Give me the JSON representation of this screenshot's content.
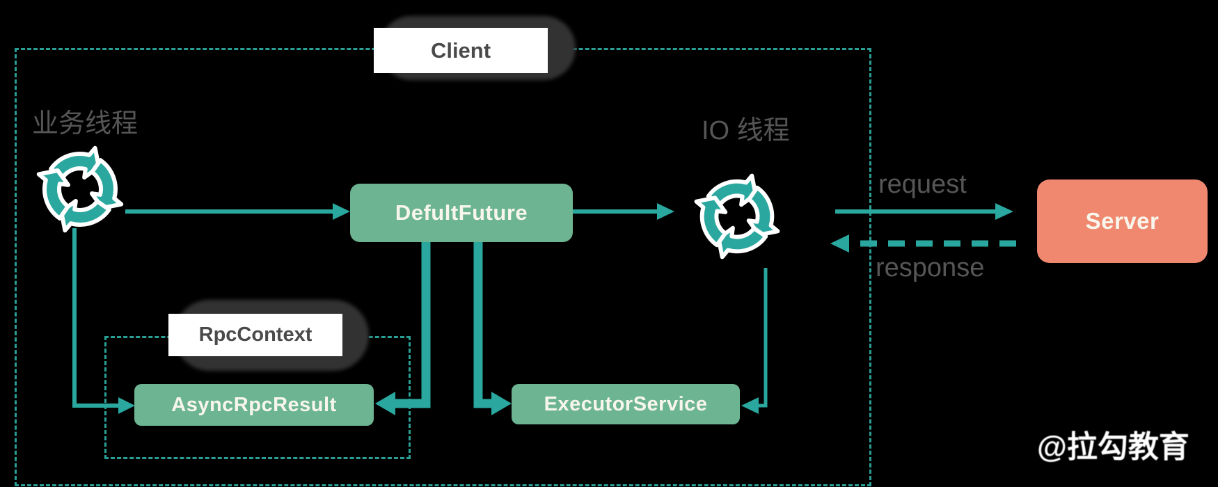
{
  "colors": {
    "background": "#000000",
    "teal": "#2aa79e",
    "boundary_teal": "#2b9e95",
    "green_box": "#6cb492",
    "salmon_box": "#f0886f",
    "gray_text": "#565656",
    "dark_label_text": "#4a4a4a",
    "box_text": "#f8f6ec",
    "pill_shadow": "#323232",
    "watermark_text": "#ffffff"
  },
  "diagram": {
    "client_boundary": {
      "label": "Client"
    },
    "rpc_context_boundary": {
      "label": "RpcContext"
    },
    "threads": {
      "business": {
        "label": "业务线程",
        "icon": "cycle-arrows-icon"
      },
      "io": {
        "label": "IO 线程",
        "icon": "cycle-arrows-icon"
      }
    },
    "nodes": {
      "defult_future": {
        "label": "DefultFuture"
      },
      "async_rpc_result": {
        "label": "AsyncRpcResult"
      },
      "executor_service": {
        "label": "ExecutorService"
      },
      "server": {
        "label": "Server"
      }
    },
    "edges": {
      "request": {
        "label": "request",
        "style": "solid"
      },
      "response": {
        "label": "response",
        "style": "dashed"
      }
    },
    "watermark": "@拉勾教育"
  }
}
